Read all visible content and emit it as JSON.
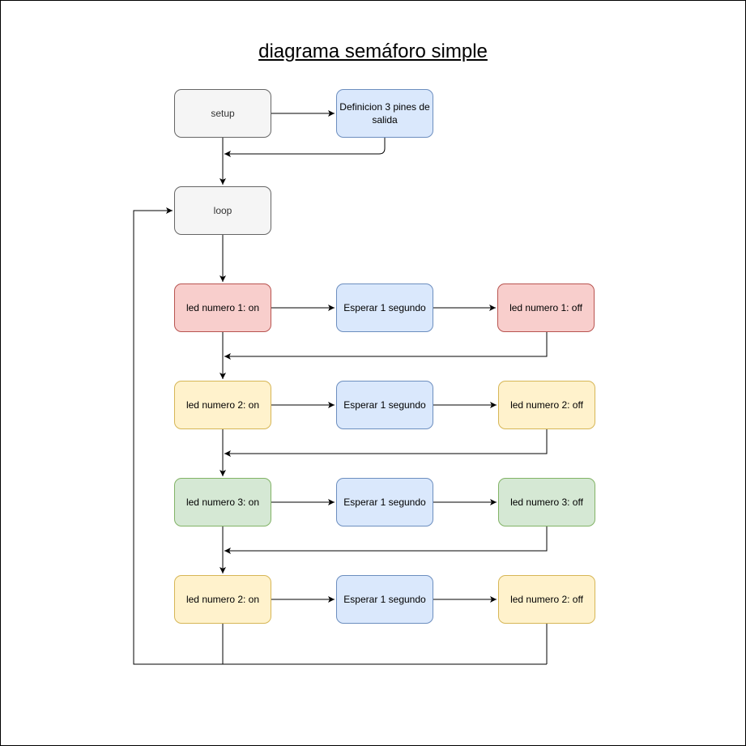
{
  "title": "diagrama semáforo simple",
  "nodes": {
    "setup": "setup",
    "definicion": "Definicion 3 pines de salida",
    "loop": "loop",
    "row1": {
      "on": "led numero 1: on",
      "wait": "Esperar 1 segundo",
      "off": "led numero 1: off"
    },
    "row2": {
      "on": "led numero 2: on",
      "wait": "Esperar 1 segundo",
      "off": "led numero 2: off"
    },
    "row3": {
      "on": "led numero 3: on",
      "wait": "Esperar 1 segundo",
      "off": "led numero 3: off"
    },
    "row4": {
      "on": "led numero 2: on",
      "wait": "Esperar 1 segundo",
      "off": "led numero 2: off"
    }
  },
  "colors": {
    "gray_fill": "#f5f5f5",
    "gray_stroke": "#666666",
    "blue_fill": "#dae8fc",
    "blue_stroke": "#6c8ebf",
    "red_fill": "#f8cecc",
    "red_stroke": "#b85450",
    "yellow_fill": "#fff2cc",
    "yellow_stroke": "#d6b656",
    "green_fill": "#d5e8d4",
    "green_stroke": "#82b366"
  }
}
